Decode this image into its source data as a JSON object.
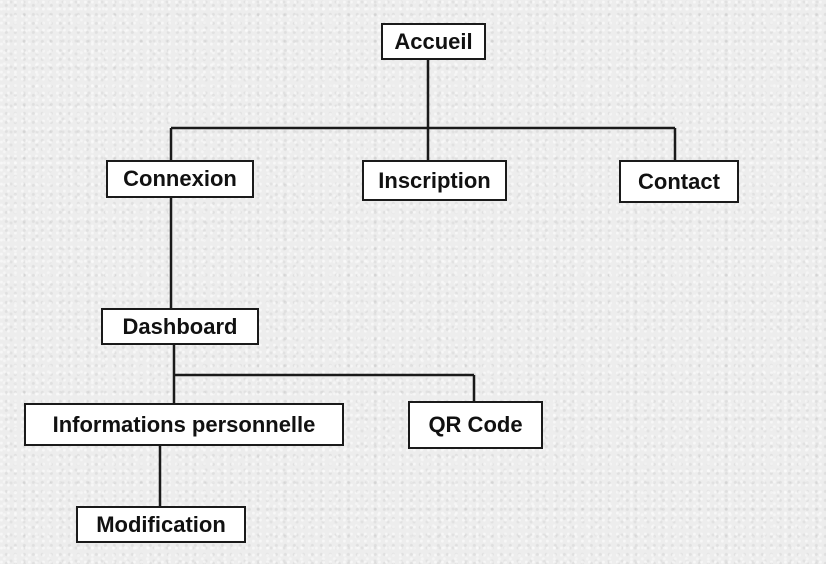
{
  "diagram": {
    "nodes": {
      "accueil": "Accueil",
      "connexion": "Connexion",
      "inscription": "Inscription",
      "contact": "Contact",
      "dashboard": "Dashboard",
      "informations": "Informations personnelle",
      "qr_code": "QR Code",
      "modification": "Modification"
    },
    "edges": [
      [
        "Accueil",
        "Connexion"
      ],
      [
        "Accueil",
        "Inscription"
      ],
      [
        "Accueil",
        "Contact"
      ],
      [
        "Connexion",
        "Dashboard"
      ],
      [
        "Dashboard",
        "Informations personnelle"
      ],
      [
        "Dashboard",
        "QR Code"
      ],
      [
        "Informations personnelle",
        "Modification"
      ]
    ],
    "colors": {
      "background": "#ededed",
      "box_fill": "#ffffff",
      "stroke": "#1a1a1a",
      "text": "#111111"
    }
  }
}
